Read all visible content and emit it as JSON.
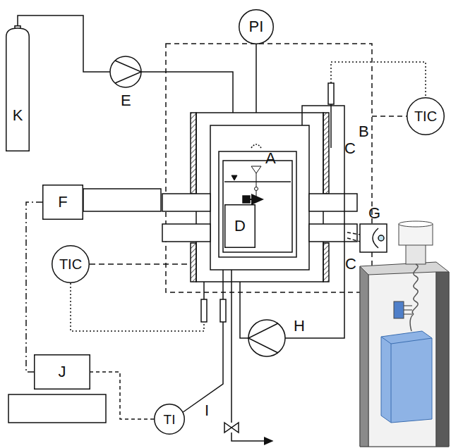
{
  "diagram": {
    "nodes": [
      {
        "text": [
          "K"
        ]
      },
      {
        "text": [
          "PI"
        ]
      },
      {
        "text": [
          "TIC"
        ]
      },
      {
        "text": [
          "F"
        ]
      },
      {
        "text": [
          "D"
        ]
      },
      {
        "text": [
          "TIC"
        ]
      },
      {
        "text": [
          "J"
        ]
      },
      {
        "text": [
          "TI"
        ]
      }
    ],
    "edges": [
      {
        "from": 3,
        "to": 6,
        "arrow": "none"
      },
      {
        "from": 7,
        "to": 6,
        "arrow": "none"
      }
    ],
    "labels": [
      "E",
      "A",
      "B",
      "C",
      "G",
      "C",
      "H",
      "I"
    ]
  }
}
